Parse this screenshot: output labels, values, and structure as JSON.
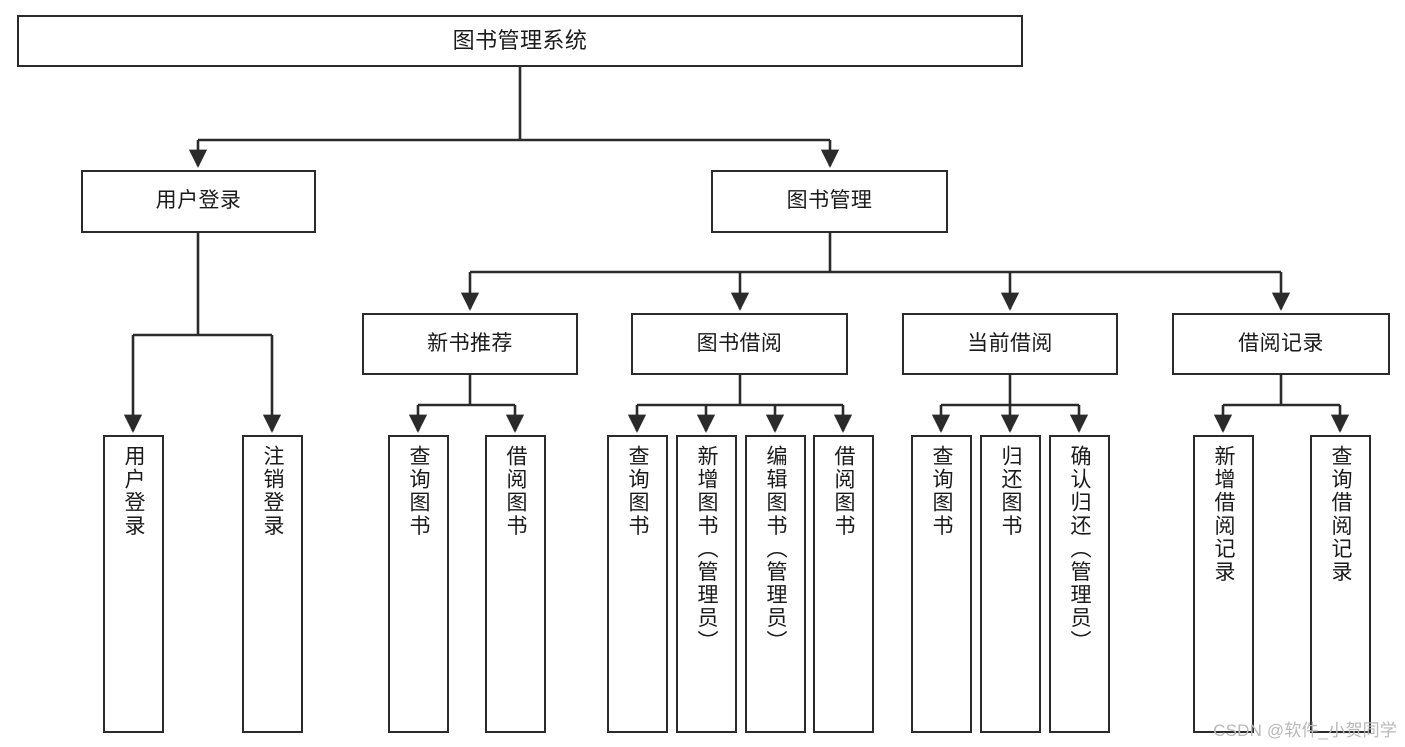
{
  "diagram": {
    "title": "图书管理系统",
    "watermark": "CSDN @软件_小贺同学",
    "line_color": "#2b2b2b",
    "box_fill": "#ffffff",
    "text_color": "#1a1a1a",
    "watermark_color": "#b8b8b8"
  },
  "nodes": {
    "root": {
      "label": "图书管理系统"
    },
    "level1": [
      {
        "label": "用户登录"
      },
      {
        "label": "图书管理"
      }
    ],
    "level2": [
      {
        "label": "新书推荐"
      },
      {
        "label": "图书借阅"
      },
      {
        "label": "当前借阅"
      },
      {
        "label": "借阅记录"
      }
    ],
    "leaves": {
      "user_login": [
        {
          "label": "用户登录"
        },
        {
          "label": "注销登录"
        }
      ],
      "new_book_recommend": [
        {
          "label": "查询图书"
        },
        {
          "label": "借阅图书"
        }
      ],
      "book_borrow": [
        {
          "label": "查询图书"
        },
        {
          "label": "新增图书（管理员）"
        },
        {
          "label": "编辑图书（管理员）"
        },
        {
          "label": "借阅图书"
        }
      ],
      "current_borrow": [
        {
          "label": "查询图书"
        },
        {
          "label": "归还图书"
        },
        {
          "label": "确认归还（管理员）"
        }
      ],
      "borrow_record": [
        {
          "label": "新增借阅记录"
        },
        {
          "label": "查询借阅记录"
        }
      ]
    }
  }
}
